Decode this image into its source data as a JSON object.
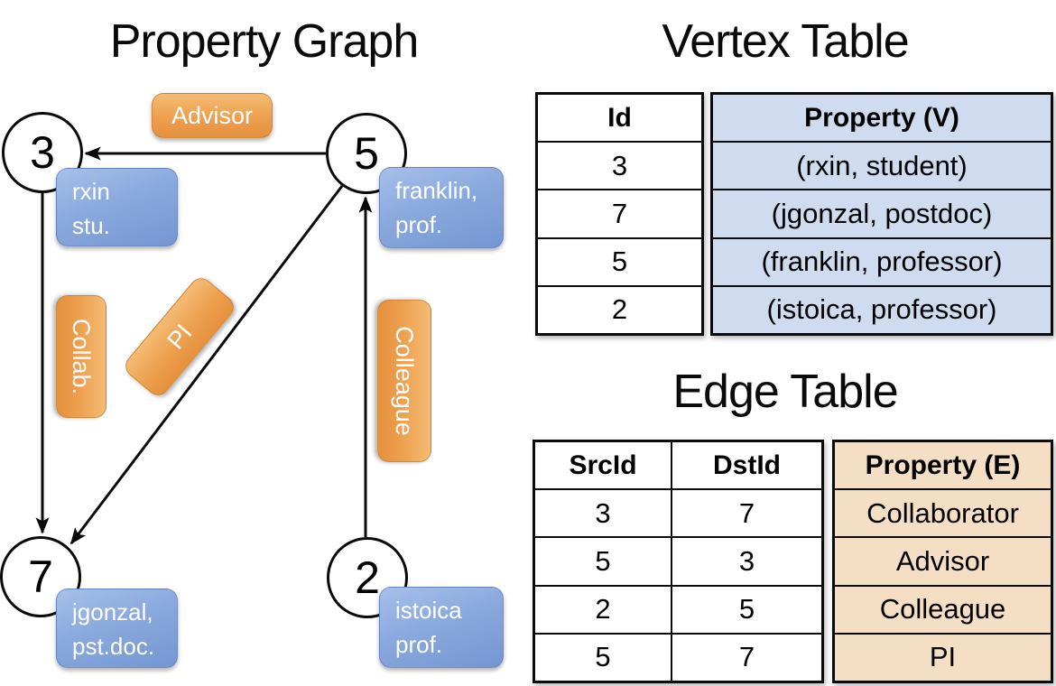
{
  "graph": {
    "title": "Property Graph",
    "nodes": {
      "n3": {
        "id": "3",
        "prop_line1": "rxin",
        "prop_line2": "stu."
      },
      "n5": {
        "id": "5",
        "prop_line1": "franklin,",
        "prop_line2": "prof."
      },
      "n7": {
        "id": "7",
        "prop_line1": "jgonzal,",
        "prop_line2": "pst.doc."
      },
      "n2": {
        "id": "2",
        "prop_line1": "istoica",
        "prop_line2": "prof."
      }
    },
    "edge_labels": {
      "advisor": "Advisor",
      "collab": "Collab.",
      "pi": "PI",
      "colleague": "Colleague"
    }
  },
  "vertex_table": {
    "title": "Vertex Table",
    "id_header": "Id",
    "property_header": "Property (V)",
    "rows": [
      {
        "id": "3",
        "property": "(rxin, student)"
      },
      {
        "id": "7",
        "property": "(jgonzal, postdoc)"
      },
      {
        "id": "5",
        "property": "(franklin, professor)"
      },
      {
        "id": "2",
        "property": "(istoica, professor)"
      }
    ]
  },
  "edge_table": {
    "title": "Edge Table",
    "src_header": "SrcId",
    "dst_header": "DstId",
    "property_header": "Property (E)",
    "rows": [
      {
        "src": "3",
        "dst": "7",
        "property": "Collaborator"
      },
      {
        "src": "5",
        "dst": "3",
        "property": "Advisor"
      },
      {
        "src": "2",
        "dst": "5",
        "property": "Colleague"
      },
      {
        "src": "5",
        "dst": "7",
        "property": "PI"
      }
    ]
  },
  "colors": {
    "vertex_property_bg": "#CFDCF0",
    "edge_property_bg": "#F4DFC5",
    "vertex_label_blue": "#7E9FD8",
    "edge_label_orange": "#EDA04F",
    "line_black": "#0A0A0A"
  }
}
